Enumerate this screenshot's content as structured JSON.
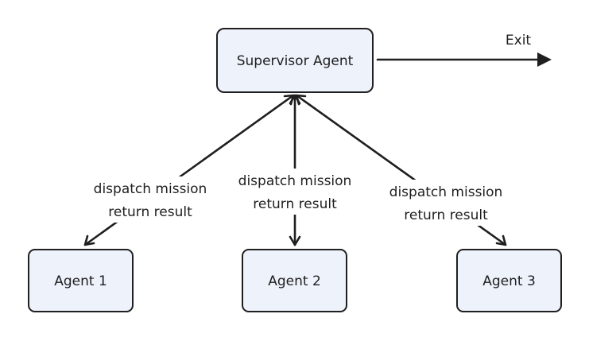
{
  "nodes": {
    "supervisor": {
      "label": "Supervisor Agent"
    },
    "agent1": {
      "label": "Agent 1"
    },
    "agent2": {
      "label": "Agent 2"
    },
    "agent3": {
      "label": "Agent 3"
    }
  },
  "edges": {
    "exit": {
      "label": "Exit"
    },
    "agent1": {
      "line1": "dispatch mission",
      "line2": "return result"
    },
    "agent2": {
      "line1": "dispatch mission",
      "line2": "return result"
    },
    "agent3": {
      "line1": "dispatch mission",
      "line2": "return result"
    }
  }
}
